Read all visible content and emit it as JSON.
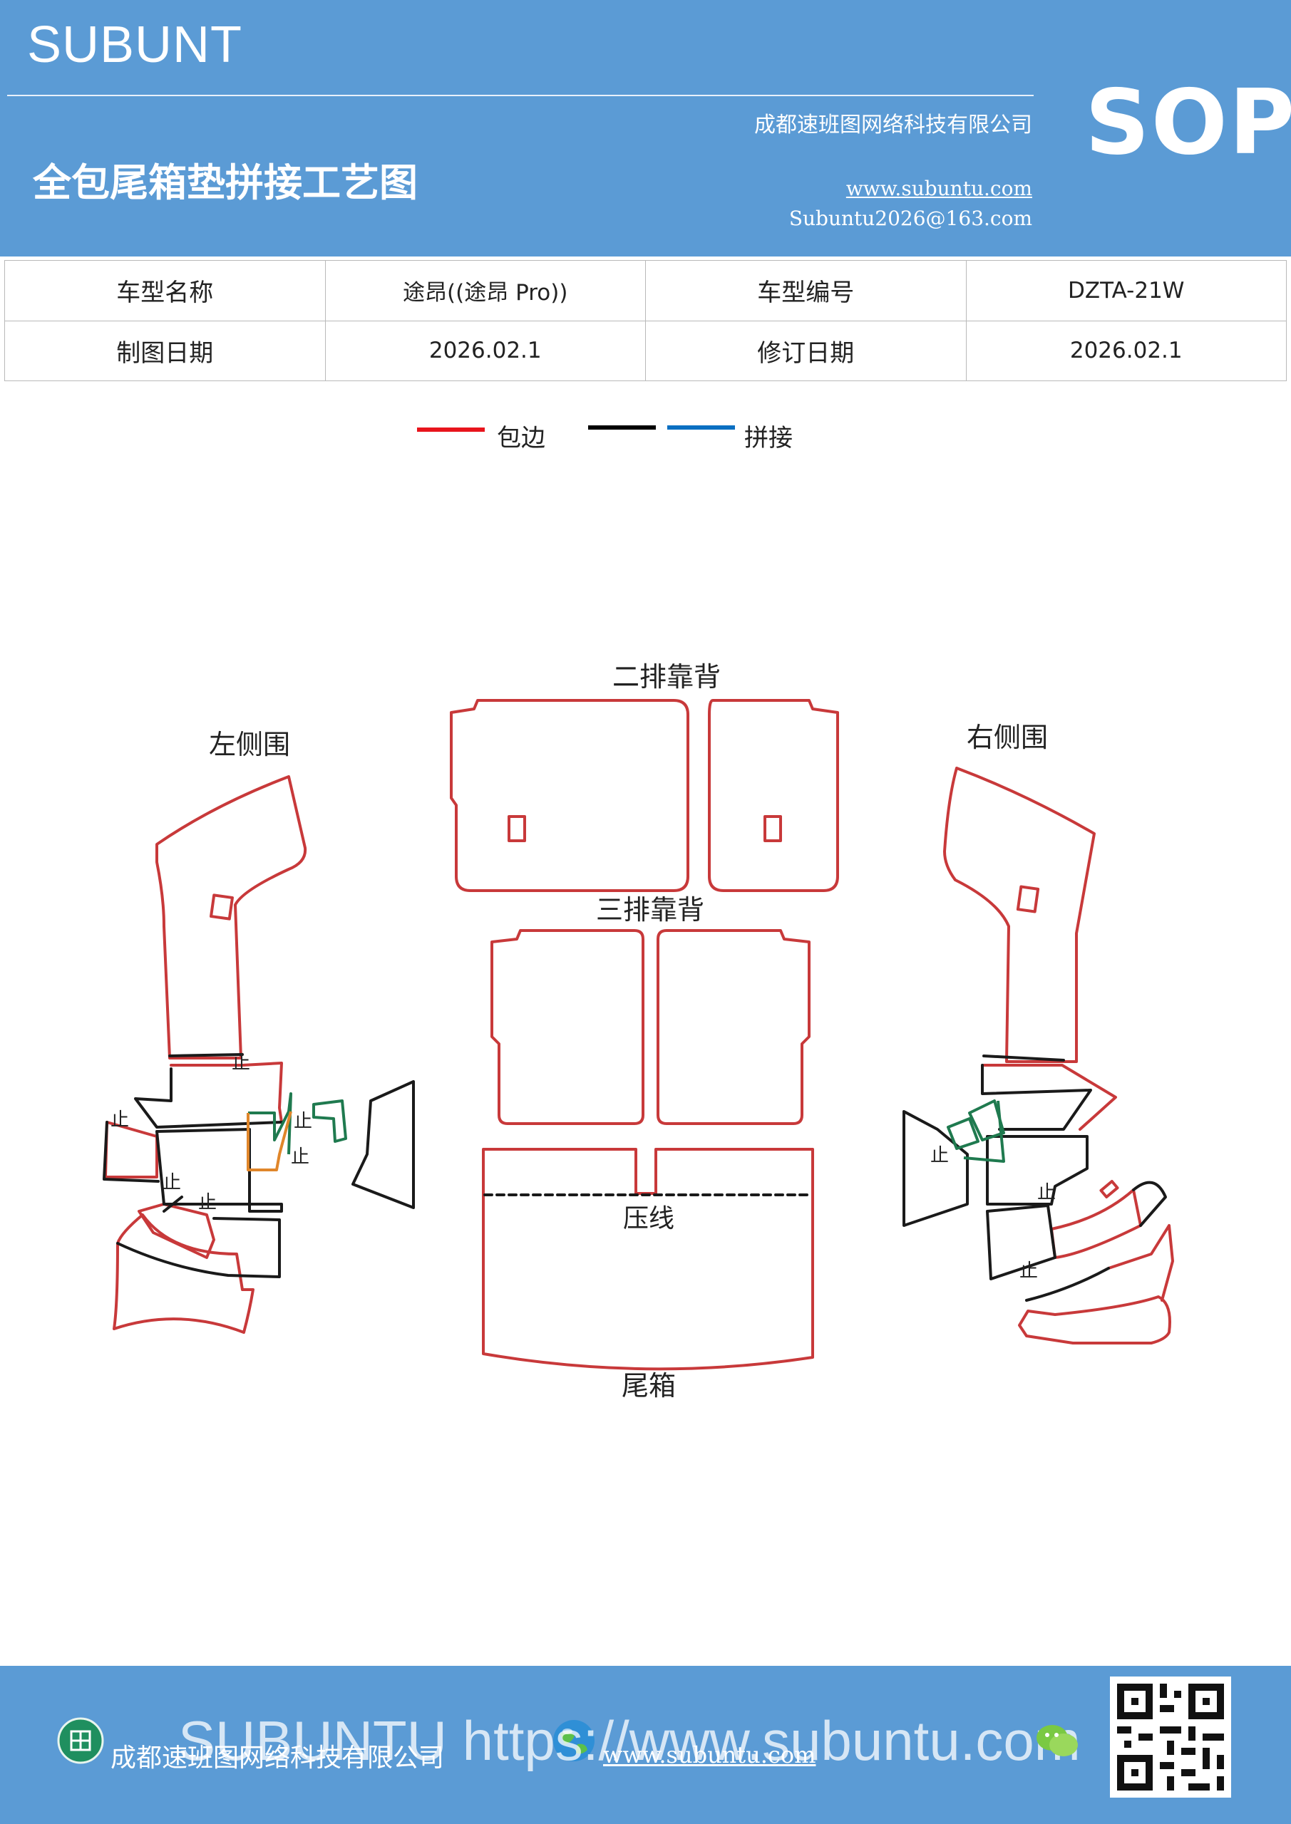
{
  "header": {
    "brand": "SUBUNT",
    "title": "全包尾箱垫拼接工艺图",
    "company": "成都速班图网络科技有限公司",
    "website": "www.subuntu.com",
    "email": "Subuntu2026@163.com",
    "badge": "SOP"
  },
  "info_table": {
    "model_name_label": "车型名称",
    "model_name_value": "途昂((途昂 Pro))",
    "model_code_label": "车型编号",
    "model_code_value": "DZTA-21W",
    "draw_date_label": "制图日期",
    "draw_date_value": "2026.02.1",
    "revise_date_label": "修订日期",
    "revise_date_value": "2026.02.1"
  },
  "legend": {
    "edge_label": "包边",
    "splice_label": "拼接",
    "edge_color": "#e8141c",
    "black_color": "#000000",
    "blue_color": "#0a6fc2"
  },
  "diagram": {
    "second_row_back": "二排靠背",
    "third_row_back": "三排靠背",
    "left_side": "左侧围",
    "right_side": "右侧围",
    "crease_line": "压线",
    "trunk": "尾箱",
    "stop_mark": "止",
    "outline_color": "#c8393a",
    "splice_color": "#1a1a1a",
    "green_color": "#1f7a4f",
    "orange_color": "#e0862a"
  },
  "footer": {
    "company": "成都速班图网络科技有限公司",
    "website": "www.subuntu.com",
    "watermark": "SUBUNTU https://www.subuntu.com"
  }
}
